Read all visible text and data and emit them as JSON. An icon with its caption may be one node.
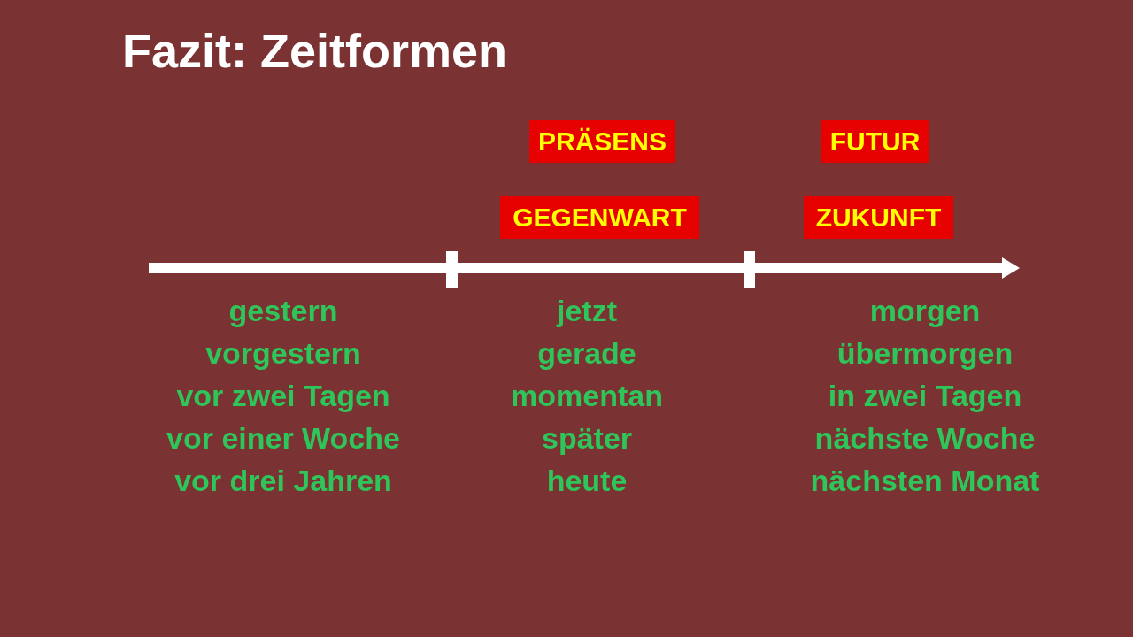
{
  "diagram": {
    "title": "Fazit: Zeitformen",
    "nodes": [
      {
        "text": [
          "PRÄSENS"
        ]
      },
      {
        "text": [
          "FUTUR"
        ]
      },
      {
        "text": [
          "GEGENWART"
        ]
      },
      {
        "text": [
          "ZUKUNFT"
        ]
      }
    ],
    "labels": [
      "gestern",
      "vorgestern",
      "vor zwei Tagen",
      "vor einer Woche",
      "vor drei Jahren",
      "jetzt",
      "gerade",
      "momentan",
      "später",
      "heute",
      "morgen",
      "übermorgen",
      "in zwei Tagen",
      "nächste Woche",
      "nächsten Monat"
    ]
  }
}
